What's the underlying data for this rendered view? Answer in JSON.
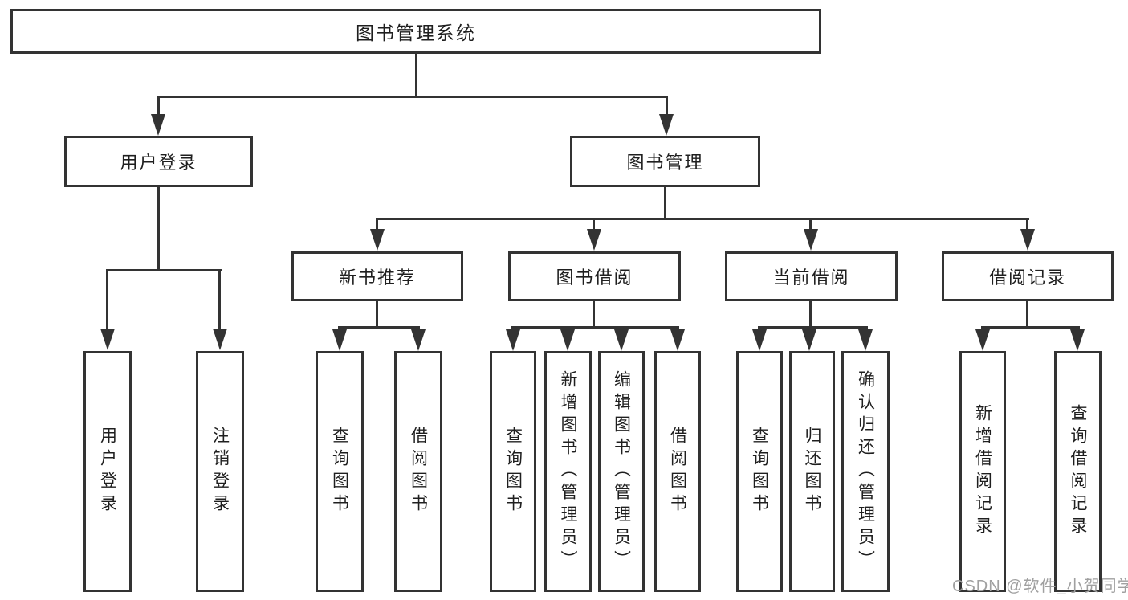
{
  "diagram": {
    "title_node": {
      "label": "图书管理系统"
    },
    "level2": [
      {
        "label": "用户登录"
      },
      {
        "label": "图书管理"
      }
    ],
    "level3": [
      {
        "label": "新书推荐",
        "parent": "图书管理"
      },
      {
        "label": "图书借阅",
        "parent": "图书管理"
      },
      {
        "label": "当前借阅",
        "parent": "图书管理"
      },
      {
        "label": "借阅记录",
        "parent": "图书管理"
      }
    ],
    "leaves": [
      {
        "label": "用户登录",
        "parent": "用户登录"
      },
      {
        "label": "注销登录",
        "parent": "用户登录"
      },
      {
        "label": "查询图书",
        "parent": "新书推荐"
      },
      {
        "label": "借阅图书",
        "parent": "新书推荐"
      },
      {
        "label": "查询图书",
        "parent": "图书借阅"
      },
      {
        "label": "新增图书（管理员）",
        "parent": "图书借阅"
      },
      {
        "label": "编辑图书（管理员）",
        "parent": "图书借阅"
      },
      {
        "label": "借阅图书",
        "parent": "图书借阅"
      },
      {
        "label": "查询图书",
        "parent": "当前借阅"
      },
      {
        "label": "归还图书",
        "parent": "当前借阅"
      },
      {
        "label": "确认归还（管理员）",
        "parent": "当前借阅"
      },
      {
        "label": "新增借阅记录",
        "parent": "借阅记录"
      },
      {
        "label": "查询借阅记录",
        "parent": "借阅记录"
      }
    ]
  },
  "watermark": {
    "text": "CSDN @软件_小贺同学"
  },
  "colors": {
    "line": "#333333",
    "text": "#1f1f1f",
    "box_bg": "#ffffff",
    "watermark": "#a0a0a0",
    "background": "#ffffff"
  }
}
